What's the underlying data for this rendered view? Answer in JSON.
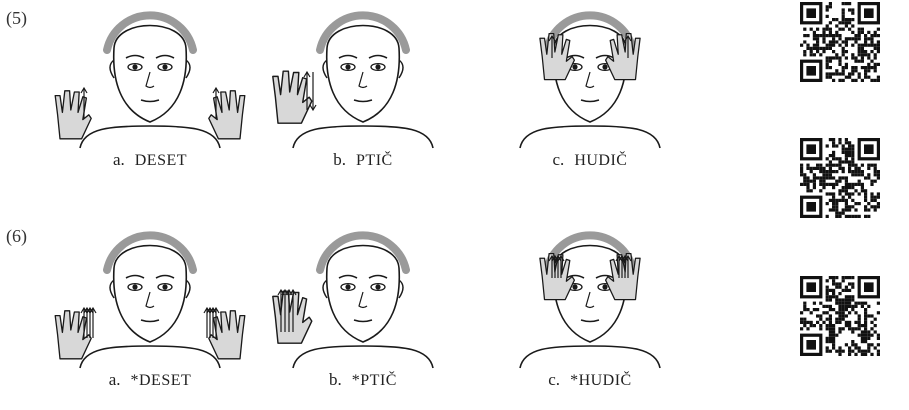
{
  "rows": [
    {
      "number": "(5)",
      "items": [
        {
          "letter": "a.",
          "gloss": "DESET",
          "variant": "two-hands-low"
        },
        {
          "letter": "b.",
          "gloss": "PTIČ",
          "variant": "one-hand-side"
        },
        {
          "letter": "c.",
          "gloss": "HUDIČ",
          "variant": "two-hands-head"
        }
      ]
    },
    {
      "number": "(6)",
      "items": [
        {
          "letter": "a.",
          "gloss": "*DESET",
          "variant": "two-hands-low"
        },
        {
          "letter": "b.",
          "gloss": "*PTIČ",
          "variant": "one-hand-side"
        },
        {
          "letter": "c.",
          "gloss": "*HUDIČ",
          "variant": "two-hands-head"
        }
      ]
    }
  ],
  "qr_codes": [
    "qr-code-1",
    "qr-code-2",
    "qr-code-3"
  ],
  "colors": {
    "hair": "#9a9a9a",
    "line": "#1a1a1a",
    "hand_shade": "#d8d8d8"
  }
}
